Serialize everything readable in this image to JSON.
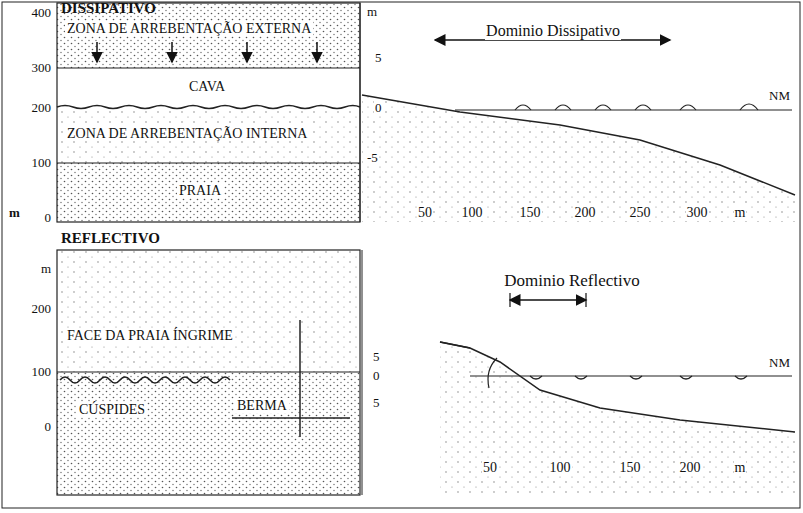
{
  "diagram": {
    "nodes": [
      {
        "text": [
          "ZONA DE ARREBENTAÇÃO EXTERNA"
        ]
      },
      {
        "text": [
          "CAVA"
        ]
      },
      {
        "text": [
          "ZONA DE ARREBENTAÇÃO INTERNA"
        ]
      },
      {
        "text": [
          "PRAIA"
        ]
      },
      {
        "text": [
          "FACE DA PRAIA ÍNGRIME"
        ]
      },
      {
        "text": [
          "CÚSPIDES",
          "BERMA"
        ]
      }
    ],
    "labels": [
      "DISSIPATIVO",
      "m",
      "400",
      "300",
      "200",
      "100",
      "m",
      "0",
      "5",
      "0",
      "-5",
      "Dominio Dissipativo",
      "NM",
      "50",
      "100",
      "150",
      "200",
      "250",
      "300",
      "m",
      "REFLECTIVO",
      "m",
      "200",
      "100",
      "0",
      "5",
      "0",
      "5",
      "Dominio Reflectivo",
      "NM",
      "50",
      "100",
      "150",
      "200",
      "m"
    ]
  }
}
